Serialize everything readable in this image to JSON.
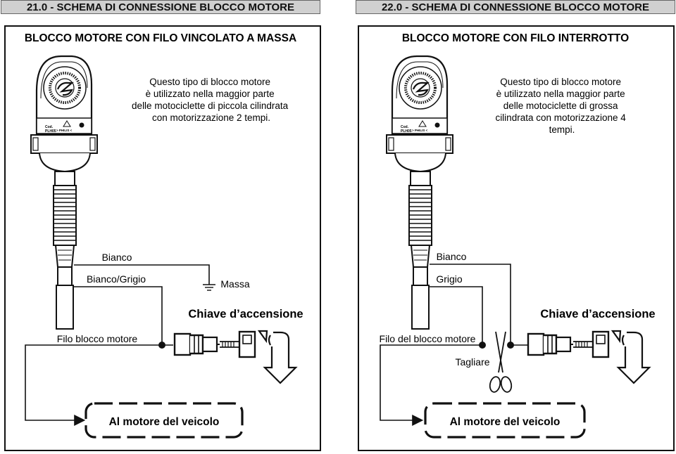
{
  "left": {
    "header": "21.0 - SCHEMA DI CONNESSIONE BLOCCO MOTORE",
    "title": "BLOCCO MOTORE CON FILO VINCOLATO A MASSA",
    "description": [
      "Questo tipo di blocco motore",
      "è utilizzato nella maggior parte",
      "delle motociclette di piccola cilindrata",
      "con motorizzazione 2 tempi."
    ],
    "wire_top": "Bianco",
    "wire_bottom": "Bianco/Grigio",
    "ground": "Massa",
    "key_title": "Chiave d’accensione",
    "wire_label": "Filo blocco motore",
    "engine": "Al motore del veicolo"
  },
  "right": {
    "header": "22.0 - SCHEMA DI CONNESSIONE BLOCCO MOTORE",
    "title": "BLOCCO MOTORE CON FILO INTERROTTO",
    "description": [
      "Questo tipo di blocco motore",
      "è utilizzato nella maggior parte",
      "delle motociclette di grossa",
      "cilindrata con motorizzazione 4",
      "tempi."
    ],
    "wire_top": "Bianco",
    "wire_bottom": "Grigio",
    "key_title": "Chiave d’accensione",
    "wire_label": "Filo del blocco motore",
    "cut": "Tagliare",
    "engine": "Al motore del veicolo"
  },
  "device": {
    "code_label": "Cod.",
    "code": "PLH05",
    "brand": "> PHILIS <"
  }
}
